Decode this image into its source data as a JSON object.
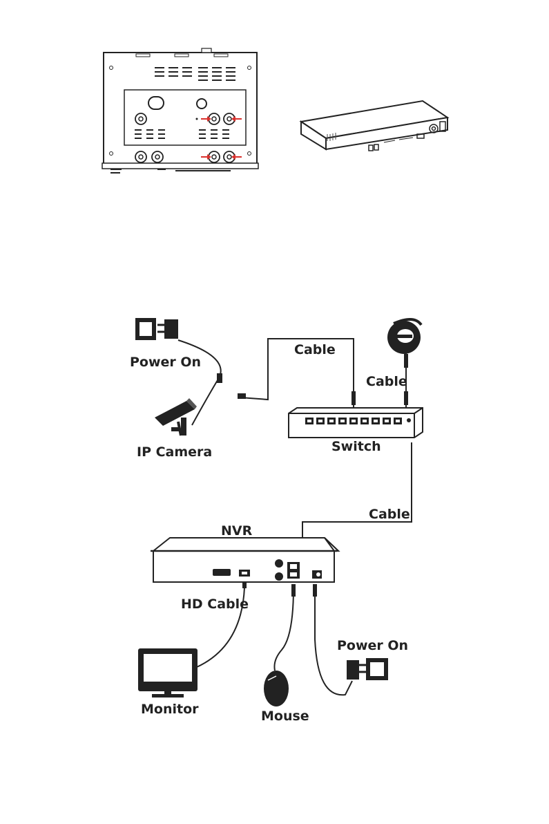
{
  "labels": {
    "power_on_top": "Power On",
    "cable_top": "Cable",
    "cable_internet": "Cable",
    "ip_camera": "IP Camera",
    "switch": "Switch",
    "cable_nvr": "Cable",
    "nvr": "NVR",
    "hd_cable": "HD Cable",
    "power_on_bottom": "Power On",
    "monitor": "Monitor",
    "mouse": "Mouse"
  },
  "icons": {
    "internet": "internet-explorer-icon",
    "power_adapter": "power-adapter-icon",
    "camera": "ip-camera-icon",
    "monitor": "monitor-icon",
    "mouse": "mouse-icon"
  },
  "colors": {
    "line": "#222222",
    "arrow": "#d9302c"
  }
}
